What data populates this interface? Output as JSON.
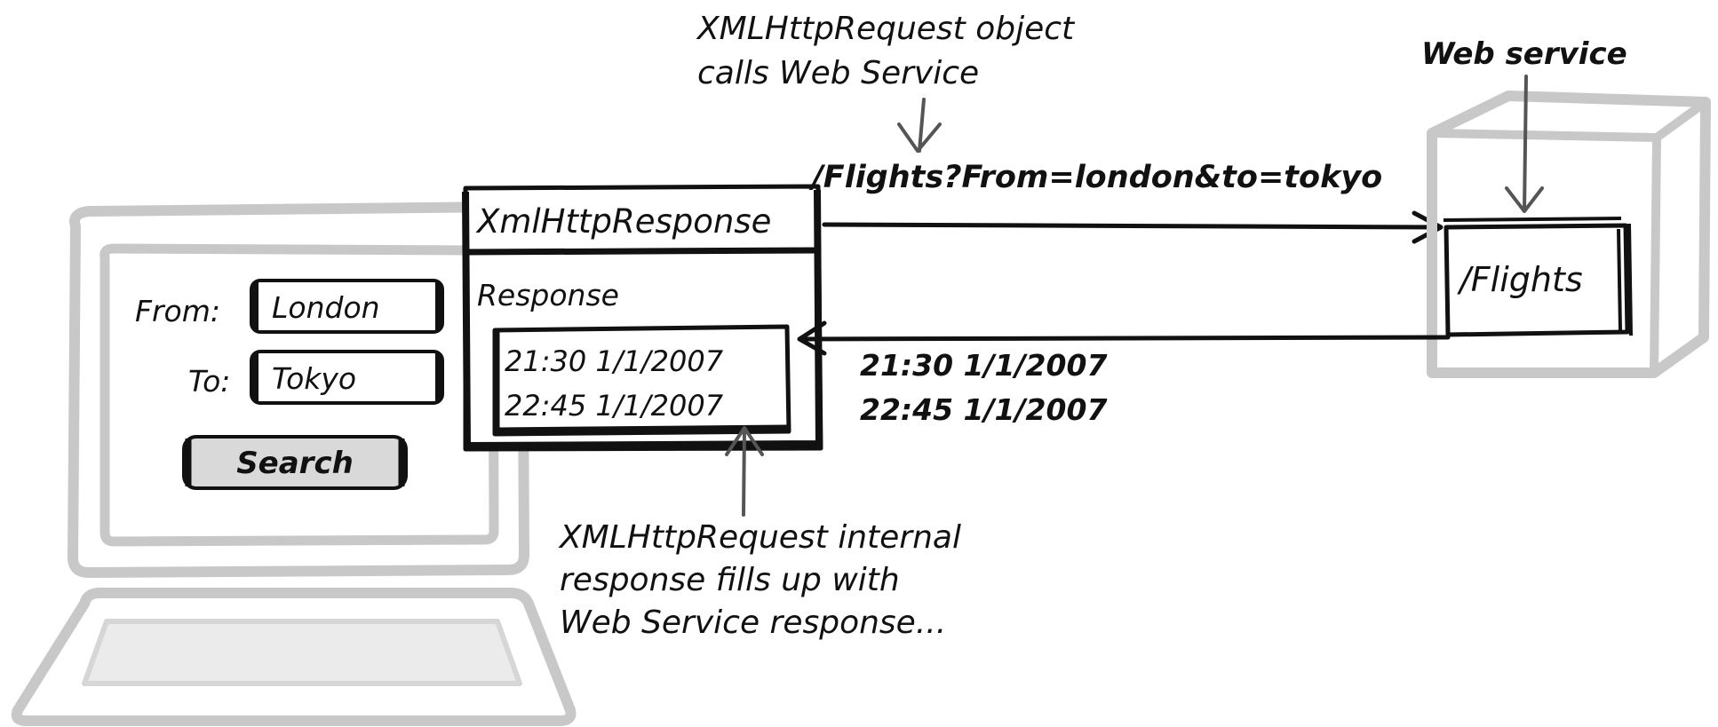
{
  "annotations": {
    "top_line1": "XMLHttpRequest object",
    "top_line2": "calls Web Service",
    "web_service": "Web service",
    "bottom_line1": "XMLHttpRequest internal",
    "bottom_line2": "response fills up with",
    "bottom_line3": "Web Service response..."
  },
  "form": {
    "from_label": "From:",
    "from_value": "London",
    "to_label": "To:",
    "to_value": "Tokyo",
    "search_label": "Search"
  },
  "xhr": {
    "title": "XmlHttpResponse",
    "response_label": "Response",
    "response_lines": [
      "21:30 1/1/2007",
      "22:45 1/1/2007"
    ]
  },
  "request": {
    "url": "/Flights?From=london&to=tokyo"
  },
  "service": {
    "endpoint": "/Flights"
  },
  "returned": {
    "lines": [
      "21:30 1/1/2007",
      "22:45 1/1/2007"
    ]
  },
  "colors": {
    "ink": "#111111",
    "gray_ink": "#c8c8c8",
    "arrow_gray": "#555555",
    "button_fill": "#d9d9d9",
    "screen_fill": "#ebebeb"
  }
}
